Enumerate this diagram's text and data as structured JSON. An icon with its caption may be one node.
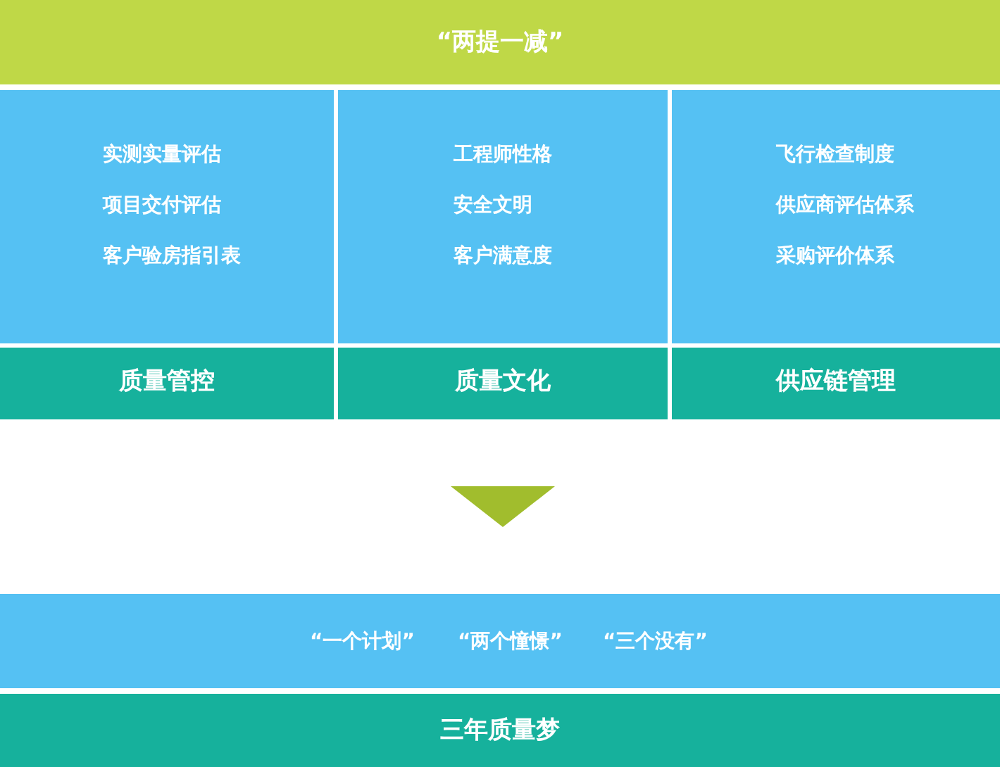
{
  "diagram": {
    "nodes": [
      {
        "text": [
          "“两提一减”"
        ]
      },
      {
        "text": [
          "实测实量评估",
          "项目交付评估",
          "客户验房指引表"
        ]
      },
      {
        "text": [
          "质量管控"
        ]
      },
      {
        "text": [
          "工程师性格",
          "安全文明",
          "客户满意度"
        ]
      },
      {
        "text": [
          "质量文化"
        ]
      },
      {
        "text": [
          "飞行检查制度",
          "供应商评估体系",
          "采购评价体系"
        ]
      },
      {
        "text": [
          "供应链管理"
        ]
      },
      {
        "text": [
          "“一个计划”",
          "“两个憧憬”",
          "“三个没有”"
        ]
      },
      {
        "text": [
          "三年质量梦"
        ]
      }
    ],
    "edges": [
      {
        "from": 4,
        "to": 7,
        "arrow": "to"
      }
    ]
  }
}
